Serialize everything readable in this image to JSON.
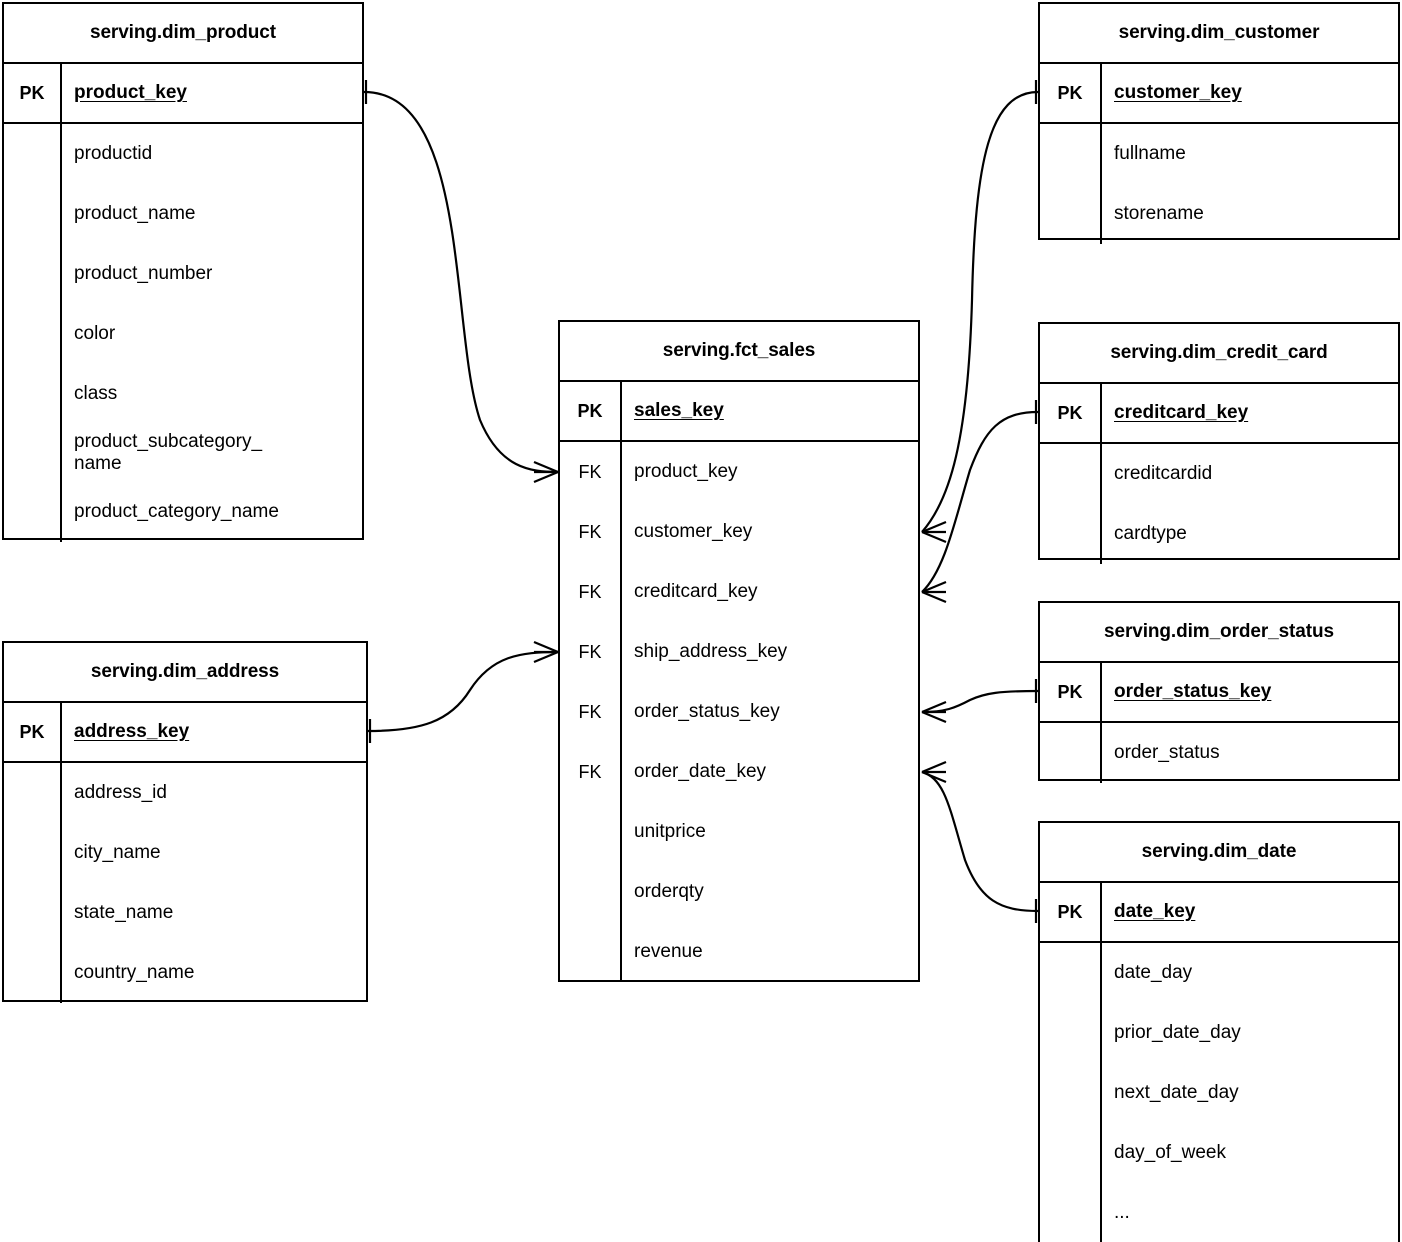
{
  "diagram": {
    "type": "entity-relationship-diagram",
    "notation": "crows-foot",
    "background_color": "#ffffff",
    "line_color": "#000000",
    "key_labels": {
      "primary": "PK",
      "foreign": "FK"
    }
  },
  "entities": {
    "dim_product": {
      "title": "serving.dim_product",
      "pk_label": "PK",
      "pk_field": "product_key",
      "fields": [
        "productid",
        "product_name",
        "product_number",
        "color",
        "class",
        "product_subcategory_\nname",
        "product_category_name"
      ]
    },
    "fct_sales": {
      "title": "serving.fct_sales",
      "pk_label": "PK",
      "pk_field": "sales_key",
      "rows": [
        {
          "key": "FK",
          "name": "product_key"
        },
        {
          "key": "FK",
          "name": "customer_key"
        },
        {
          "key": "FK",
          "name": "creditcard_key"
        },
        {
          "key": "FK",
          "name": "ship_address_key"
        },
        {
          "key": "FK",
          "name": "order_status_key"
        },
        {
          "key": "FK",
          "name": "order_date_key"
        },
        {
          "key": "",
          "name": "unitprice"
        },
        {
          "key": "",
          "name": "orderqty"
        },
        {
          "key": "",
          "name": "revenue"
        }
      ]
    },
    "dim_address": {
      "title": "serving.dim_address",
      "pk_label": "PK",
      "pk_field": "address_key",
      "fields": [
        "address_id",
        "city_name",
        "state_name",
        "country_name"
      ]
    },
    "dim_customer": {
      "title": "serving.dim_customer",
      "pk_label": "PK",
      "pk_field": "customer_key",
      "fields": [
        "fullname",
        "storename"
      ]
    },
    "dim_credit_card": {
      "title": "serving.dim_credit_card",
      "pk_label": "PK",
      "pk_field": "creditcard_key",
      "fields": [
        "creditcardid",
        "cardtype"
      ]
    },
    "dim_order_status": {
      "title": "serving.dim_order_status",
      "pk_label": "PK",
      "pk_field": "order_status_key",
      "fields": [
        "order_status"
      ]
    },
    "dim_date": {
      "title": "serving.dim_date",
      "pk_label": "PK",
      "pk_field": "date_key",
      "fields": [
        "date_day",
        "prior_date_day",
        "next_date_day",
        "day_of_week",
        "..."
      ]
    }
  },
  "relationships": [
    {
      "from": "dim_product.product_key",
      "to": "fct_sales.product_key",
      "from_cardinality": "one",
      "to_cardinality": "many"
    },
    {
      "from": "dim_address.address_key",
      "to": "fct_sales.ship_address_key",
      "from_cardinality": "one",
      "to_cardinality": "many"
    },
    {
      "from": "dim_customer.customer_key",
      "to": "fct_sales.customer_key",
      "from_cardinality": "one",
      "to_cardinality": "many"
    },
    {
      "from": "dim_credit_card.creditcard_key",
      "to": "fct_sales.creditcard_key",
      "from_cardinality": "one",
      "to_cardinality": "many"
    },
    {
      "from": "dim_order_status.order_status_key",
      "to": "fct_sales.order_status_key",
      "from_cardinality": "one",
      "to_cardinality": "many"
    },
    {
      "from": "dim_date.date_key",
      "to": "fct_sales.order_date_key",
      "from_cardinality": "one",
      "to_cardinality": "many"
    }
  ]
}
